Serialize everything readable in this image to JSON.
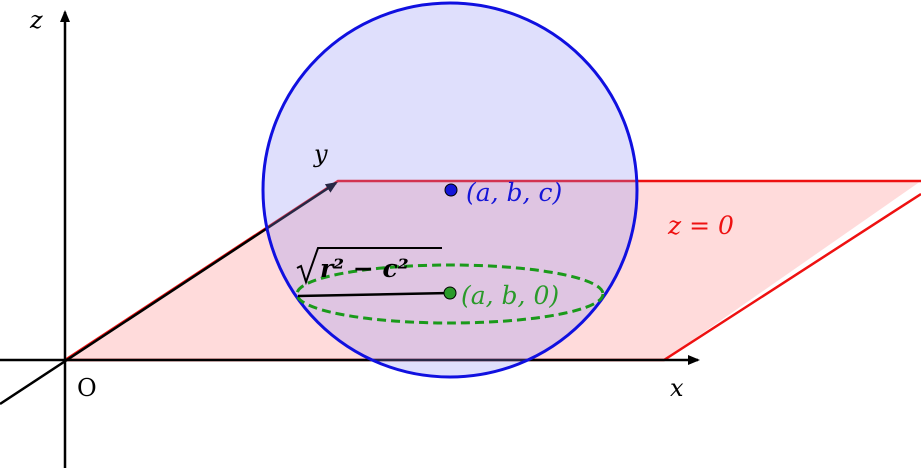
{
  "labels": {
    "axis_z": "z",
    "axis_y": "y",
    "axis_x": "x",
    "origin": "O",
    "plane": "z = 0",
    "center": "(a, b, c)",
    "projection": "(a, b, 0)",
    "radius_expr": "r² − c²"
  },
  "colors": {
    "plane_stroke": "#ee1111",
    "plane_fill": "#ff9999",
    "sphere_stroke": "#1010e0",
    "sphere_fill": "#8c8cf5",
    "section_stroke": "#1a9a1a",
    "center_point": "#1515d8",
    "projection_point": "#2a9a2a",
    "axis": "#000000"
  }
}
